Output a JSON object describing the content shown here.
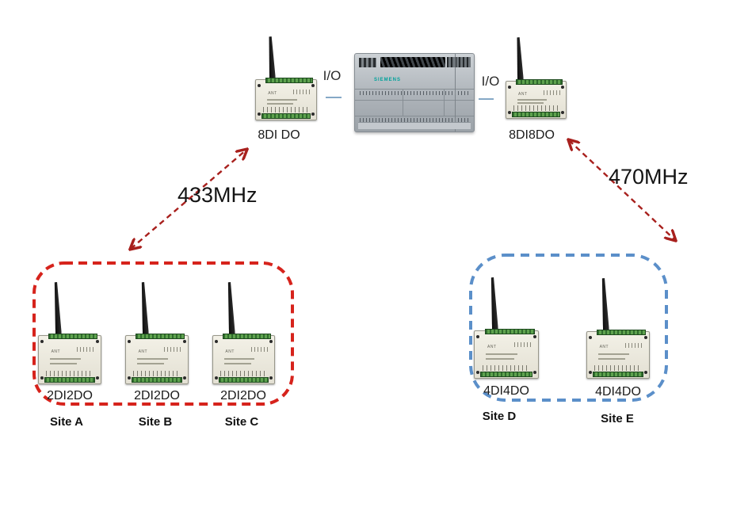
{
  "colors": {
    "group_left_border": "#d6231c",
    "group_right_border": "#5b8fc9",
    "arrow": "#a8201d",
    "io_line": "#85a8c6",
    "plc_brand_teal": "#00a29b"
  },
  "plc": {
    "brand": "SIEMENS"
  },
  "gateway_left": {
    "label": "8DI DO",
    "io_label": "I/O"
  },
  "gateway_right": {
    "label": "8DI8DO",
    "io_label": "I/O"
  },
  "links": {
    "left_freq": "433MHz",
    "right_freq": "470MHz"
  },
  "group_left": {
    "modules": [
      {
        "label": "2DI2DO",
        "site": "Site A"
      },
      {
        "label": "2DI2DO",
        "site": "Site B"
      },
      {
        "label": "2DI2DO",
        "site": "Site C"
      }
    ]
  },
  "group_right": {
    "modules": [
      {
        "label": "4DI4DO",
        "site": "Site D"
      },
      {
        "label": "4DI4DO",
        "site": "Site E"
      }
    ]
  },
  "module_detail": {
    "ant_label": "ANT"
  }
}
